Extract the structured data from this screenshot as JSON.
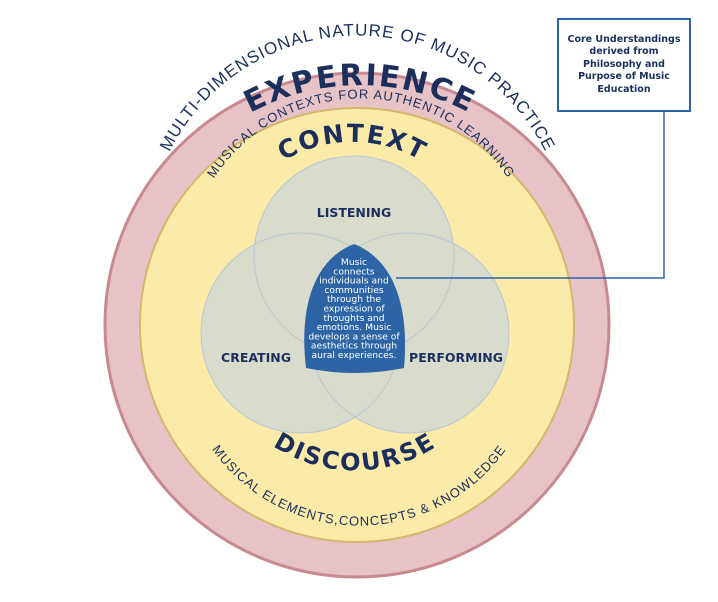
{
  "rings": {
    "outer_title": "EXPERIENCE",
    "outer_subtitle": "MULTI-DIMENSIONAL NATURE OF MUSIC PRACTICE",
    "middle_title": "CONTEXT",
    "middle_subtitle": "MUSICAL CONTEXTS FOR AUTHENTIC LEARNING",
    "bottom_title": "DISCOURSE",
    "bottom_subtitle": "MUSICAL ELEMENTS,CONCEPTS & KNOWLEDGE"
  },
  "venn": {
    "top": "LISTENING",
    "left": "CREATING",
    "right": "PERFORMING"
  },
  "center": {
    "lines": [
      "Music",
      "connects",
      "individuals and",
      "communities",
      "through the",
      "expression of",
      "thoughts and",
      "emotions. Music",
      "develops a sense of",
      "aesthetics through",
      "aural experiences."
    ]
  },
  "callout": {
    "text": "Core Understandings derived from Philosophy and Purpose of Music Education"
  },
  "colors": {
    "outer_ring": "#e7c2c6",
    "outer_border": "#c78a91",
    "inner_circle": "#fbeaa8",
    "inner_border": "#d4b76b",
    "venn_circle": "#cdd8e0",
    "center_shape": "#2c64a6",
    "text_navy": "#1c2f5c",
    "callout_border": "#2d63a8"
  }
}
